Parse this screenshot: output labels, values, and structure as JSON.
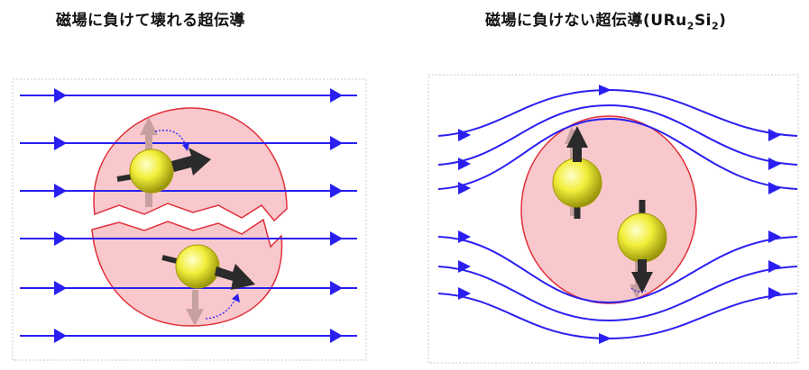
{
  "left_panel": {
    "title": "磁場に負けて壊れる超伝導"
  },
  "right_panel": {
    "title_prefix": "磁場に負けない超伝導",
    "formula": {
      "open": "(",
      "u": "URu",
      "sub1": "2",
      "si": "Si",
      "sub2": "2",
      "close": ")"
    }
  },
  "colors": {
    "field_line": "#2a1ff0",
    "sphere_fill": "#ffffaa",
    "sphere_edge": "#a49a00",
    "superconductor_fill": "#f8c8cc",
    "superconductor_edge": "#e0303a",
    "spin_arrow": "#2b2b2b",
    "faded_arrow": "#c7a0a0",
    "dotted_border": "#c8c8c8"
  },
  "icons": [
    "field-line-arrow-icon",
    "electron-sphere-icon",
    "spin-arrow-icon",
    "rotation-arrow-icon"
  ]
}
